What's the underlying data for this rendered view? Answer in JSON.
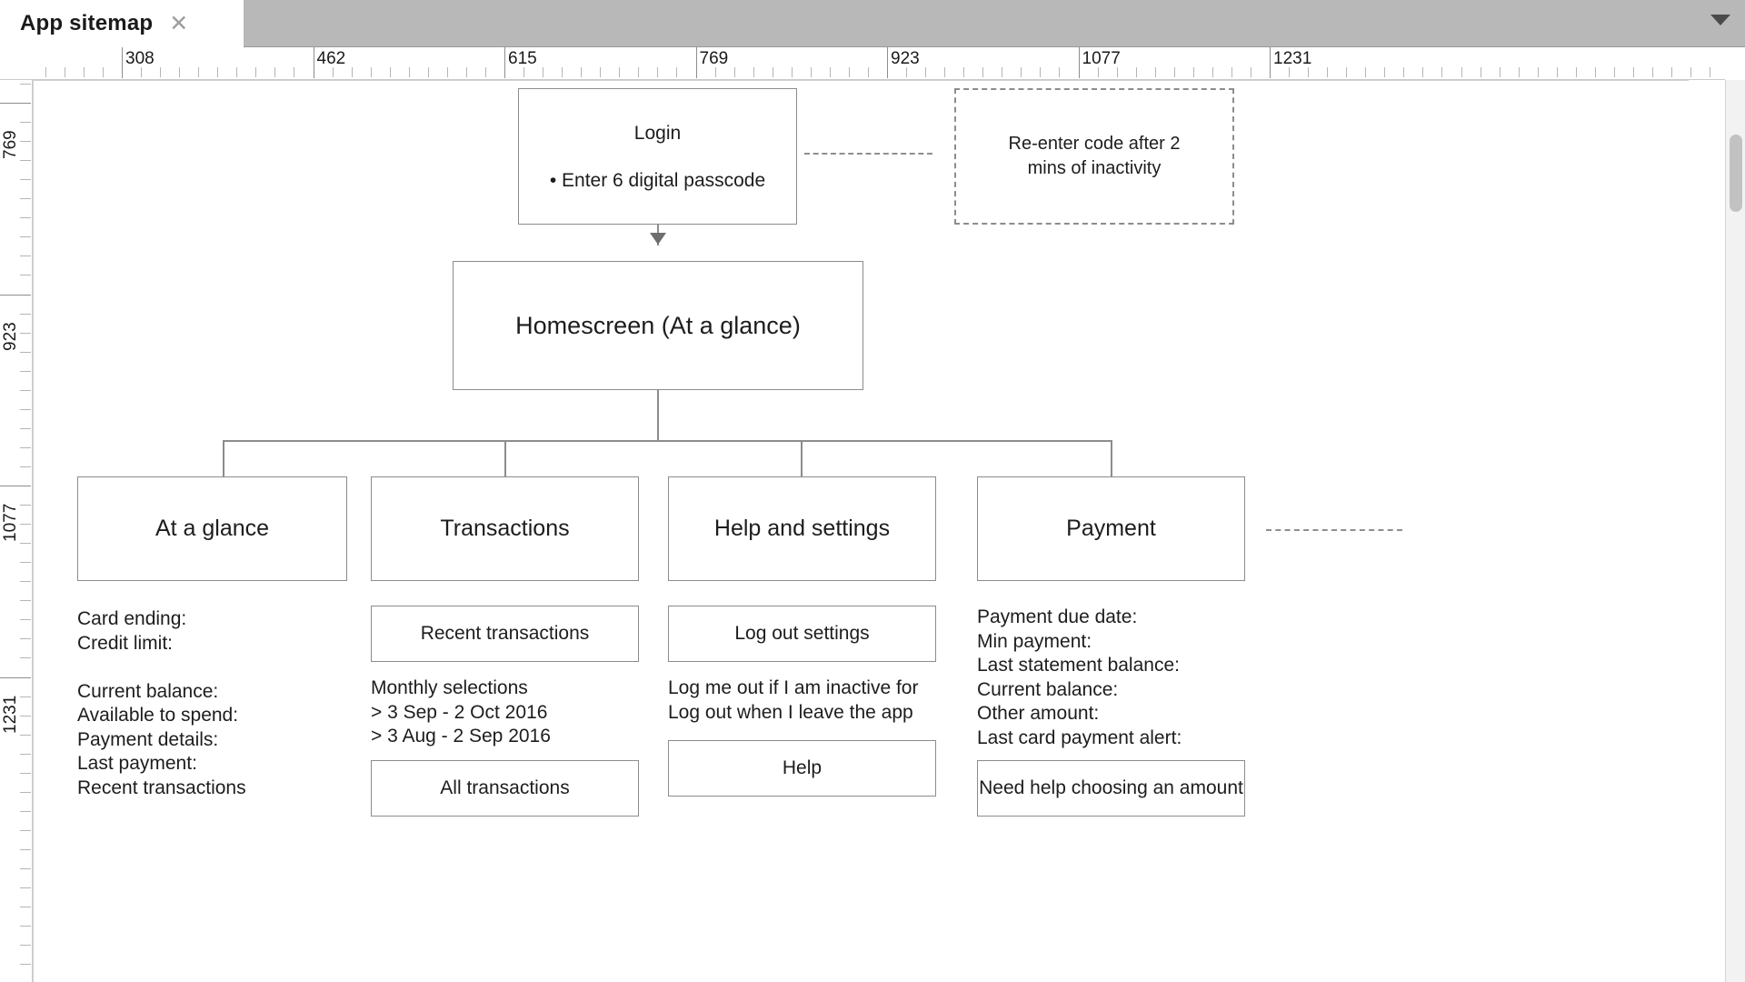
{
  "window": {
    "tab_title": "App sitemap",
    "close_icon": "close-icon",
    "tablist_chevron_icon": "chevron-down-icon"
  },
  "rulers": {
    "horizontal_labels": [
      "308",
      "462",
      "615",
      "769",
      "923",
      "1077",
      "1231"
    ],
    "vertical_labels": [
      "769",
      "923",
      "1077",
      "1231"
    ]
  },
  "diagram": {
    "title": "App sitemap",
    "nodes": {
      "login": {
        "title": "Login",
        "bullet": "• Enter 6 digital passcode"
      },
      "reenter_note": {
        "line1": "Re-enter code after 2",
        "line2": "mins of inactivity"
      },
      "homescreen": {
        "title": "Homescreen (At a glance)"
      },
      "at_a_glance": {
        "title": "At a glance"
      },
      "transactions": {
        "title": "Transactions"
      },
      "help_and_settings": {
        "title": "Help and settings"
      },
      "payment": {
        "title": "Payment"
      },
      "recent_transactions": {
        "title": "Recent transactions"
      },
      "all_transactions": {
        "title": "All transactions"
      },
      "log_out_settings": {
        "title": "Log out settings"
      },
      "help": {
        "title": "Help"
      },
      "need_help_amount": {
        "title": "Need help choosing an amount"
      }
    },
    "text_blocks": {
      "at_a_glance_details": "Card ending:\nCredit limit:\n\nCurrent balance:\nAvailable to spend:\nPayment details:\nLast payment:\nRecent transactions",
      "monthly_selections": "Monthly selections\n> 3 Sep - 2 Oct 2016\n> 3 Aug - 2 Sep 2016",
      "logout_notes": "Log me out if I am inactive for\nLog out when I leave the app",
      "payment_details": "Payment due date:\nMin payment:\nLast statement balance:\nCurrent balance:\nOther amount:\nLast card payment alert:"
    }
  },
  "colors": {
    "node_border": "#8c8c8c",
    "text": "#1d1d1d",
    "tabbar_bg": "#b8b8b8",
    "connector": "#8c8c8c"
  }
}
